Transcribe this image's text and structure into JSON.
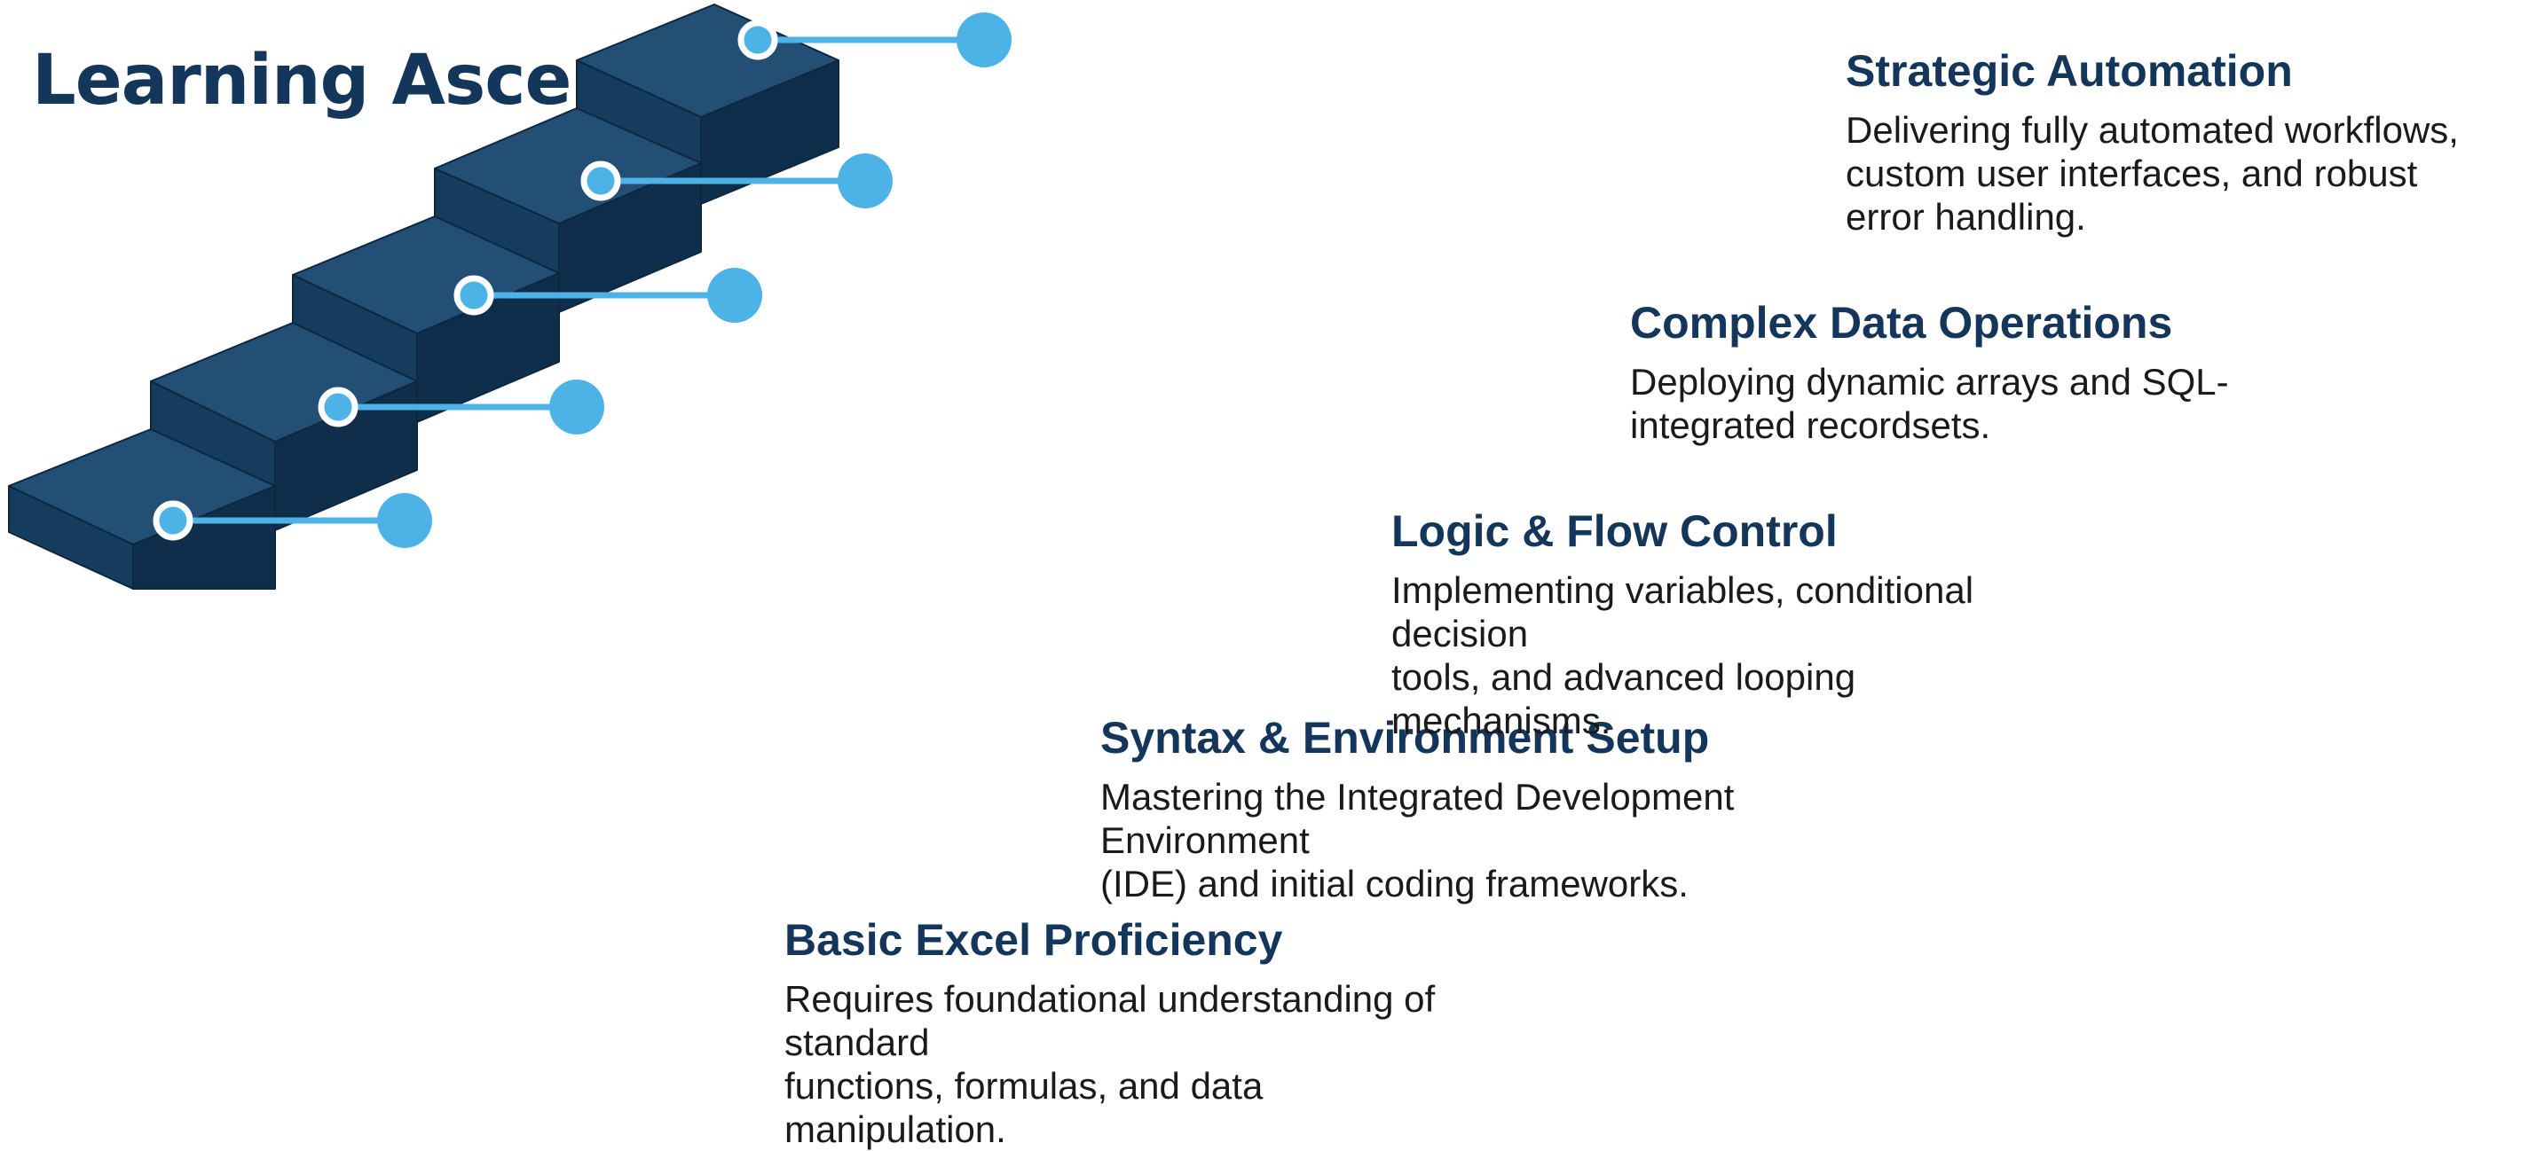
{
  "title": "Learning Ascent",
  "colors": {
    "title": "#14365a",
    "step_top": "#234f74",
    "step_front": "#163c5e",
    "step_side": "#0f2e4b",
    "edge": "#0c2740",
    "connector": "#4db3e6",
    "node": "#4db3e6",
    "ring_fill": "#4db3e6",
    "ring_stroke": "#ffffff",
    "text": "#1a1a1a"
  },
  "steps": [
    {
      "title": "Basic Excel Proficiency",
      "description": "Requires foundational understanding of standard\nfunctions, formulas, and data manipulation."
    },
    {
      "title": "Syntax & Environment Setup",
      "description": "Mastering the Integrated Development Environment\n(IDE) and initial coding frameworks."
    },
    {
      "title": "Logic & Flow Control",
      "description": "Implementing variables, conditional decision\ntools, and advanced looping mechanisms."
    },
    {
      "title": "Complex Data Operations",
      "description": "Deploying dynamic arrays and SQL-\nintegrated recordsets."
    },
    {
      "title": "Strategic Automation",
      "description": "Delivering fully automated workflows,\ncustom user interfaces, and robust\nerror handling."
    }
  ]
}
